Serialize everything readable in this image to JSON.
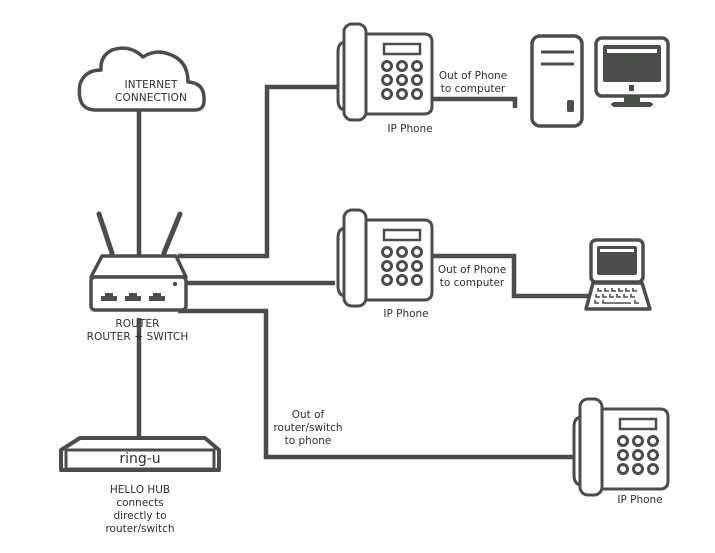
{
  "diagram": {
    "title": "IP phone network setup",
    "colors": {
      "stroke": "#4b4d4b",
      "fill_dark": "#4b4d4b",
      "background": "#ffffff",
      "text": "#2f302f"
    },
    "nodes": {
      "internet": {
        "label_line1": "INTERNET",
        "label_line2": "CONNECTION",
        "icon": "cloud-icon"
      },
      "router": {
        "label_line1": "ROUTER",
        "label_line2": "ROUTER + SWITCH",
        "icon": "router-icon",
        "port_count": 3,
        "antenna_count": 2
      },
      "hub": {
        "device_text": "ring-u",
        "label_line1": "HELLO HUB",
        "label_line2": "connects",
        "label_line3": "directly to",
        "label_line4": "router/switch",
        "icon": "hub-icon"
      },
      "phone1": {
        "label": "IP Phone",
        "icon": "desk-phone-icon"
      },
      "phone2": {
        "label": "IP Phone",
        "icon": "desk-phone-icon"
      },
      "phone3": {
        "label": "IP Phone",
        "icon": "desk-phone-icon"
      },
      "desktop": {
        "icon_tower": "computer-tower-icon",
        "icon_monitor": "monitor-icon"
      },
      "laptop": {
        "icon": "laptop-icon"
      }
    },
    "connections": [
      {
        "from": "internet",
        "to": "router"
      },
      {
        "from": "router",
        "to": "phone1"
      },
      {
        "from": "router",
        "to": "phone2"
      },
      {
        "from": "router",
        "to": "phone3",
        "label_line1": "Out of",
        "label_line2": "router/switch",
        "label_line3": "to phone"
      },
      {
        "from": "router",
        "to": "hub"
      },
      {
        "from": "phone1",
        "to": "desktop",
        "label_line1": "Out of Phone",
        "label_line2": "to computer"
      },
      {
        "from": "phone2",
        "to": "laptop",
        "label_line1": "Out of Phone",
        "label_line2": "to computer"
      }
    ]
  }
}
